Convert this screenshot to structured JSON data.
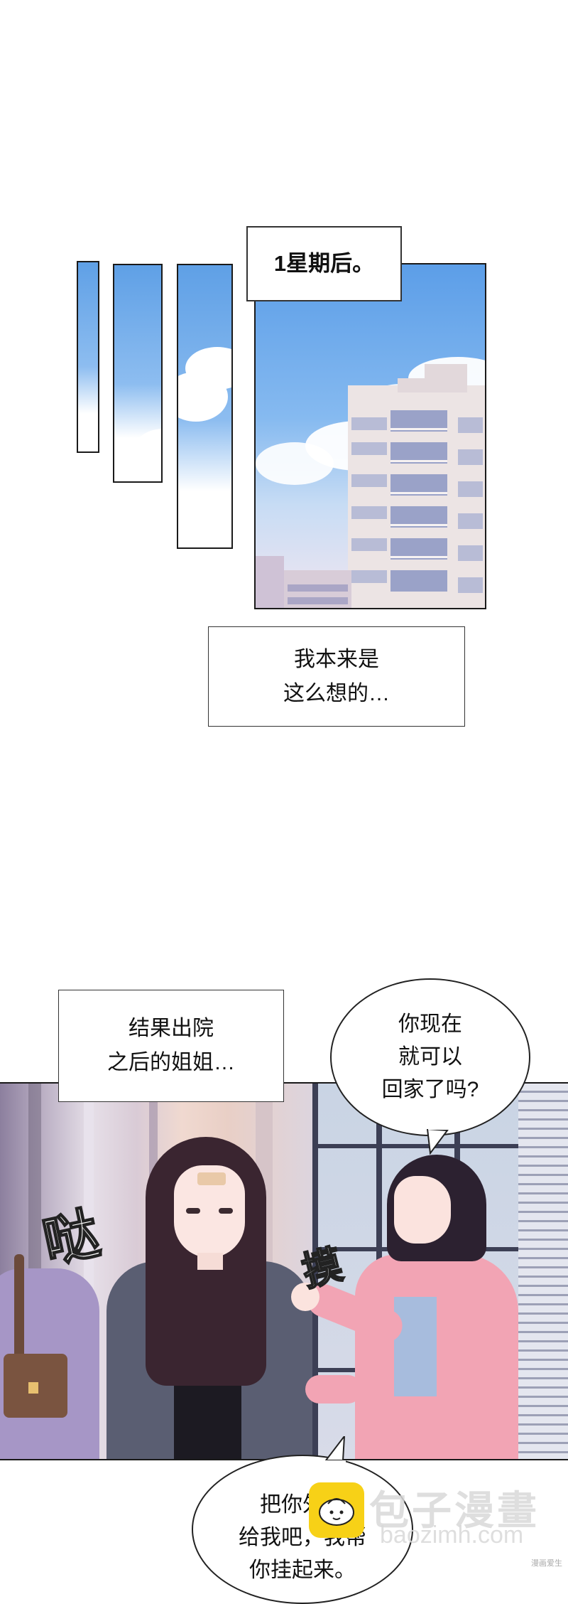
{
  "captions": {
    "time_skip": "1星期后。",
    "thought": [
      "我本来是",
      "这么想的…"
    ],
    "after_discharge": [
      "结果出院",
      "之后的姐姐…"
    ]
  },
  "bubbles": {
    "question": [
      "你现在",
      "就可以",
      "回家了吗?"
    ],
    "offer": [
      "把你外套",
      "给我吧，我帮",
      "你挂起来。"
    ]
  },
  "sfx": {
    "stomp": "哒",
    "touch": "摸"
  },
  "watermark": {
    "brand": "包子漫畫",
    "url": "baozimh.com",
    "corner": "漫画爱生"
  },
  "colors": {
    "sky": "#6aa7ea",
    "building": "#ece4e4",
    "jacket": "#5a5e70",
    "cardigan": "#f2a4b4",
    "hair": "#3a2530",
    "logo_yellow": "#f7d117"
  }
}
